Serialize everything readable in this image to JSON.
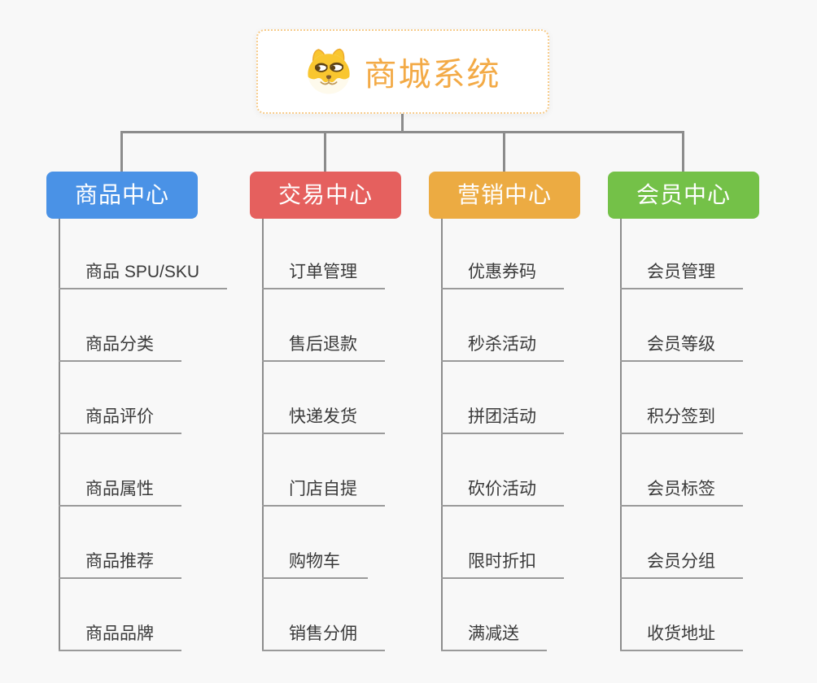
{
  "root": {
    "title": "商城系统",
    "icon": "dog-face-icon"
  },
  "columns": [
    {
      "label": "商品中心",
      "color": "#4a92e6",
      "items": [
        "商品 SPU/SKU",
        "商品分类",
        "商品评价",
        "商品属性",
        "商品推荐",
        "商品品牌"
      ]
    },
    {
      "label": "交易中心",
      "color": "#e5605e",
      "items": [
        "订单管理",
        "售后退款",
        "快递发货",
        "门店自提",
        "购物车",
        "销售分佣"
      ]
    },
    {
      "label": "营销中心",
      "color": "#ecab42",
      "items": [
        "优惠券码",
        "秒杀活动",
        "拼团活动",
        "砍价活动",
        "限时折扣",
        "满减送"
      ]
    },
    {
      "label": "会员中心",
      "color": "#74c148",
      "items": [
        "会员管理",
        "会员等级",
        "积分签到",
        "会员标签",
        "会员分组",
        "收货地址"
      ]
    }
  ],
  "colors": {
    "background": "#f8f8f8",
    "connector": "#8c8c8c",
    "underline": "#9a9a9a",
    "item_text": "#3a3a3a",
    "root_text": "#f3aa46",
    "root_border": "#f7cc8b"
  }
}
